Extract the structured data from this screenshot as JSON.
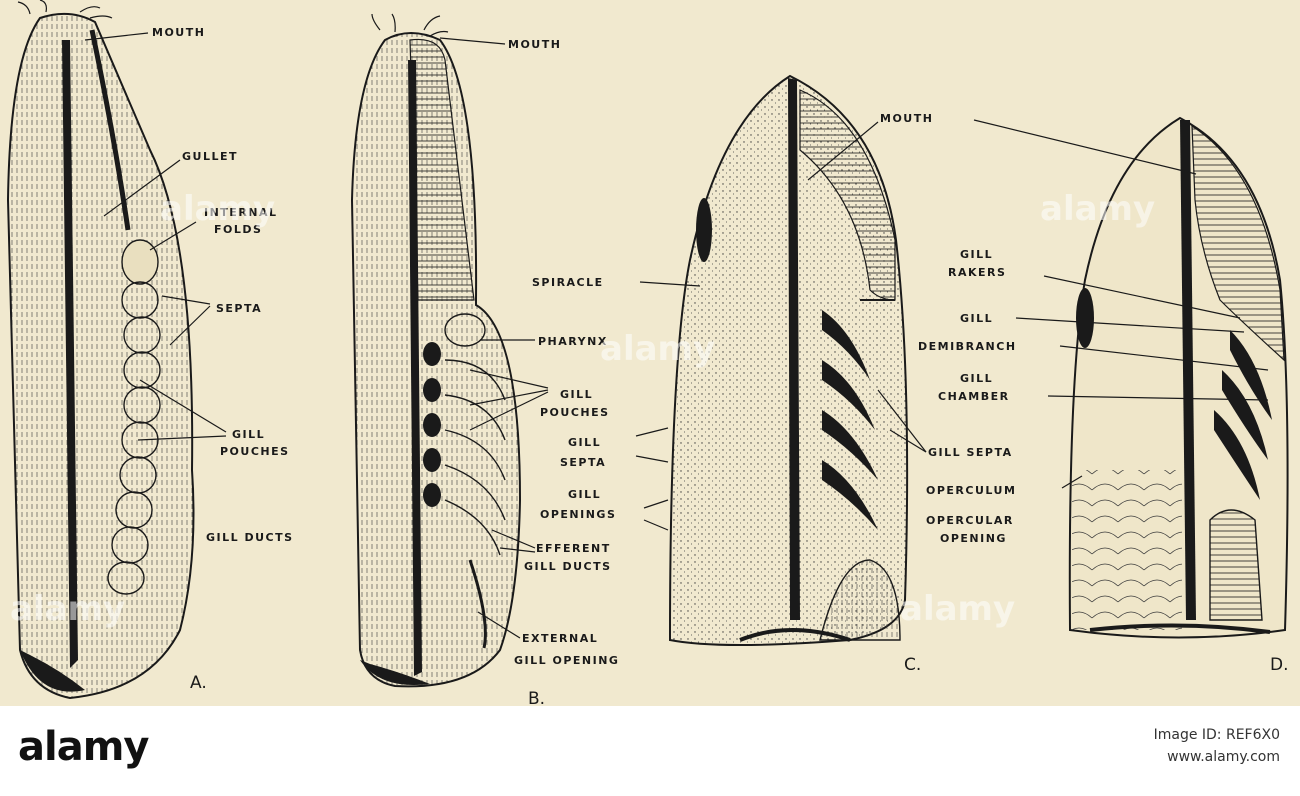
{
  "diagram": {
    "panels": [
      {
        "id": "A",
        "label": "A."
      },
      {
        "id": "B",
        "label": "B."
      },
      {
        "id": "C",
        "label": "C."
      },
      {
        "id": "D",
        "label": "D."
      }
    ],
    "labels": {
      "a_mouth": "MOUTH",
      "a_gullet": "GULLET",
      "a_internal": "INTERNAL",
      "a_folds": "FOLDS",
      "a_septa": "SEPTA",
      "a_gill": "GILL",
      "a_pouches": "POUCHES",
      "a_gill_ducts": "GILL DUCTS",
      "b_mouth": "MOUTH",
      "b_pharynx": "PHARYNX",
      "b_gill": "GILL",
      "b_pouches": "POUCHES",
      "b_efferent": "EFFERENT",
      "b_gill_ducts": "GILL DUCTS",
      "b_external": "EXTERNAL",
      "b_gill_opening": "GILL OPENING",
      "c_spiracle": "SPIRACLE",
      "c_gill1": "GILL",
      "c_septa": "SEPTA",
      "c_gill2": "GILL",
      "c_openings": "OPENINGS",
      "c_mouth": "MOUTH",
      "c_gill_septa": "GILL SEPTA",
      "d_gill1": "GILL",
      "d_rakers": "RAKERS",
      "d_gill2": "GILL",
      "d_demibranch": "DEMIBRANCH",
      "d_gill3": "GILL",
      "d_chamber": "CHAMBER",
      "d_operculum": "OPERCULUM",
      "d_opercular": "OPERCULAR",
      "d_opening": "OPENING"
    }
  },
  "watermark": {
    "text": "alamy"
  },
  "footer": {
    "logo": "alamy",
    "image_id": "Image ID: REF6X0",
    "url": "www.alamy.com"
  },
  "colors": {
    "paper": "#f1e9cf",
    "ink": "#1a1a1a",
    "footer_bg": "#ffffff"
  }
}
